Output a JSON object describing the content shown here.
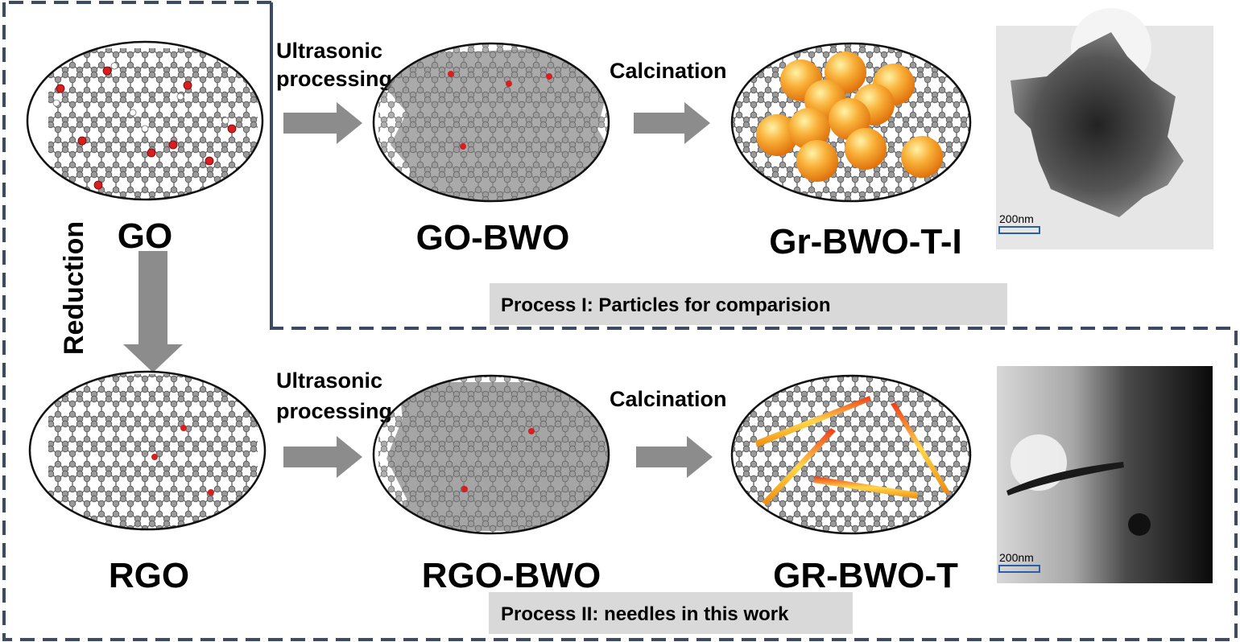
{
  "labels": {
    "go": "GO",
    "rgo": "RGO",
    "go_bwo": "GO-BWO",
    "rgo_bwo": "RGO-BWO",
    "gr_bwo_t_i": "Gr-BWO-T-I",
    "gr_bwo_t": "GR-BWO-T",
    "reduction": "Reduction"
  },
  "steps": {
    "ultrasonic_line1": "Ultrasonic",
    "ultrasonic_line2": "processing",
    "calcination": "Calcination"
  },
  "processes": {
    "process_1": "Process I: Particles  for comparision",
    "process_2": "Process II: needles  in this work"
  },
  "micrographs": {
    "top_scale": "200nm",
    "bottom_scale": "200nm"
  },
  "colors": {
    "dashed_border": "#3d4a63",
    "arrow": "#8c8c8c",
    "process_bar": "#d9d9d9",
    "carbon": "#8a8a8a",
    "oxygen": "#d42020",
    "particle": "#f7a21a",
    "needle": "#f5c020"
  }
}
